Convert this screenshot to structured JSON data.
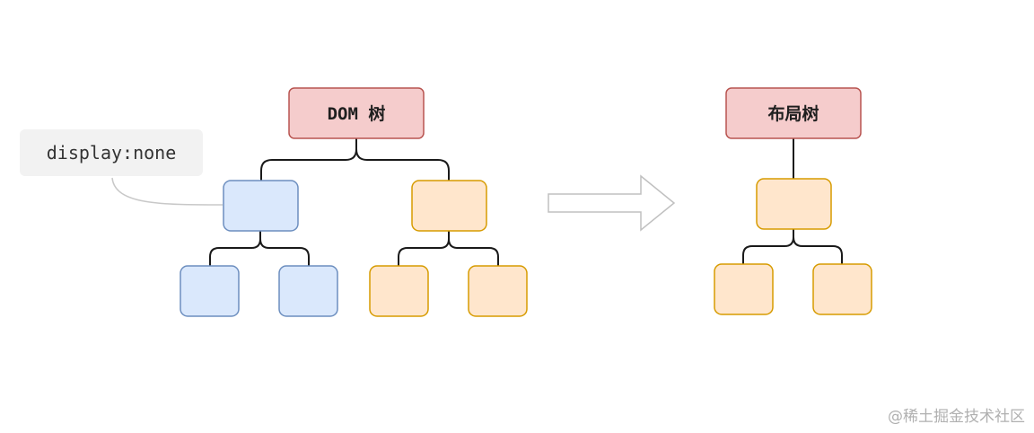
{
  "code_tag": {
    "text": "display:none"
  },
  "dom_tree": {
    "root_label": "DOM 树"
  },
  "layout_tree": {
    "root_label": "布局树"
  },
  "watermark": "@稀土掘金技术社区",
  "colors": {
    "root_fill": "#f5cccc",
    "root_stroke": "#b85450",
    "hidden_fill": "#dae8fc",
    "hidden_stroke": "#6c8ebf",
    "visible_fill": "#ffe6cc",
    "visible_stroke": "#d79b00",
    "connector": "#1a1a1a",
    "arrow_stroke": "#c0c0c0",
    "pointer_line": "#c8c8c8"
  }
}
